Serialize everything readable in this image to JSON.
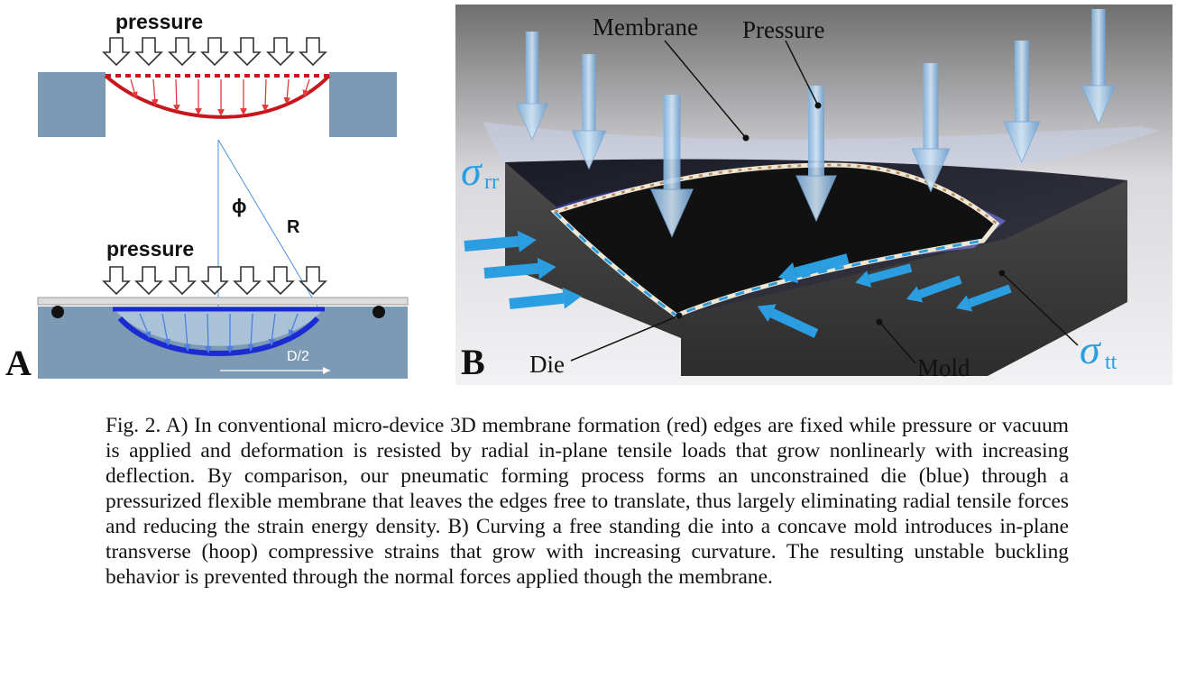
{
  "panel_a": {
    "pressure_label_top": "pressure",
    "pressure_label_bottom": "pressure",
    "phi_label": "ϕ",
    "r_label": "R",
    "d_label": "D/2",
    "panel_letter": "A",
    "colors": {
      "block": "#7d9ab5",
      "conventional": "#c8161d",
      "die": "#1a2bd1"
    }
  },
  "panel_b": {
    "membrane_label": "Membrane",
    "pressure_label": "Pressure",
    "sigma_rr_symbol": "σ",
    "sigma_rr_sub": "rr",
    "sigma_tt_symbol": "σ",
    "sigma_tt_sub": "tt",
    "die_label": "Die",
    "mold_label": "Mold",
    "panel_letter": "B",
    "colors": {
      "stress_arrow": "#2a9ee0",
      "mold": "#3b3b3b"
    }
  },
  "caption": "Fig. 2. A) In conventional micro-device 3D membrane formation (red) edges are fixed while pressure or vacuum is applied and deformation is resisted by radial in-plane tensile loads that grow nonlinearly with increasing deflection. By comparison, our pneumatic forming process forms an unconstrained die (blue) through a pressurized flexible membrane that leaves the edges free to translate, thus largely eliminating radial tensile forces and reducing the strain energy density. B) Curving a free standing die into a concave mold introduces in-plane transverse (hoop) compressive strains that grow with increasing curvature. The resulting unstable buckling behavior is prevented through the normal forces applied though the membrane."
}
